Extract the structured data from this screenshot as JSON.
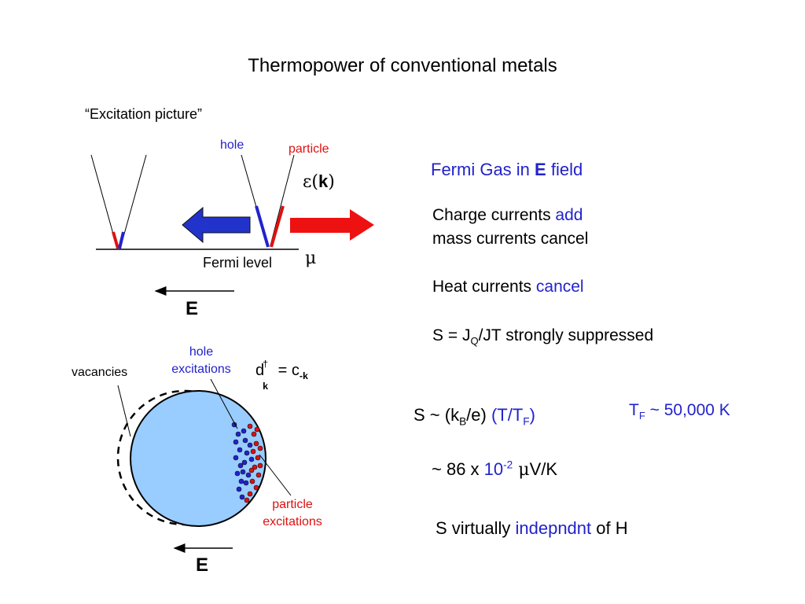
{
  "title": "Thermopower of conventional metals",
  "excitation_label": "“Excitation picture”",
  "hole_label": "hole",
  "particle_label": "particle",
  "epsilon_symbol": "ε",
  "epsilon_k": "k",
  "fermi_level_label": "Fermi level",
  "mu_symbol": "μ",
  "e_field_label": "E",
  "fermi_gas": {
    "prefix": "Fermi Gas in ",
    "E": "E",
    "suffix": " field"
  },
  "charge_line": {
    "text": "Charge currents ",
    "colored": "add"
  },
  "mass_line": "mass currents cancel",
  "heat_line": {
    "text": "Heat currents ",
    "colored": "cancel"
  },
  "s_line": {
    "s": "S = J",
    "q": "Q",
    "jt": "/JT  strongly suppressed"
  },
  "hole_excitations": [
    "hole",
    "excitations"
  ],
  "vacancies_label": "vacancies",
  "operator": {
    "d": "d",
    "dagger": "†",
    "k": "k",
    "eq": " = c",
    "neg_k": "-k"
  },
  "s_formula": {
    "s": "S ~  (k",
    "b": "B",
    "e": "/e) ",
    "t": "(T/T",
    "f": "F",
    "close": ")"
  },
  "tf_line": {
    "t": "T",
    "f": "F",
    "rest": " ~ 50,000 K"
  },
  "value_line": {
    "prefix": "~  86 x ",
    "ten": "10",
    "exp": "-2",
    "mu": " μ",
    "unit": "V/K"
  },
  "particle_excitations": [
    "particle",
    "excitations"
  ],
  "virtually_line": {
    "prefix": "S virtually ",
    "colored": "indepndnt",
    "suffix": " of H"
  },
  "colors": {
    "blue": "#2222cc",
    "red": "#dd1111",
    "sphere": "#99ccff"
  }
}
